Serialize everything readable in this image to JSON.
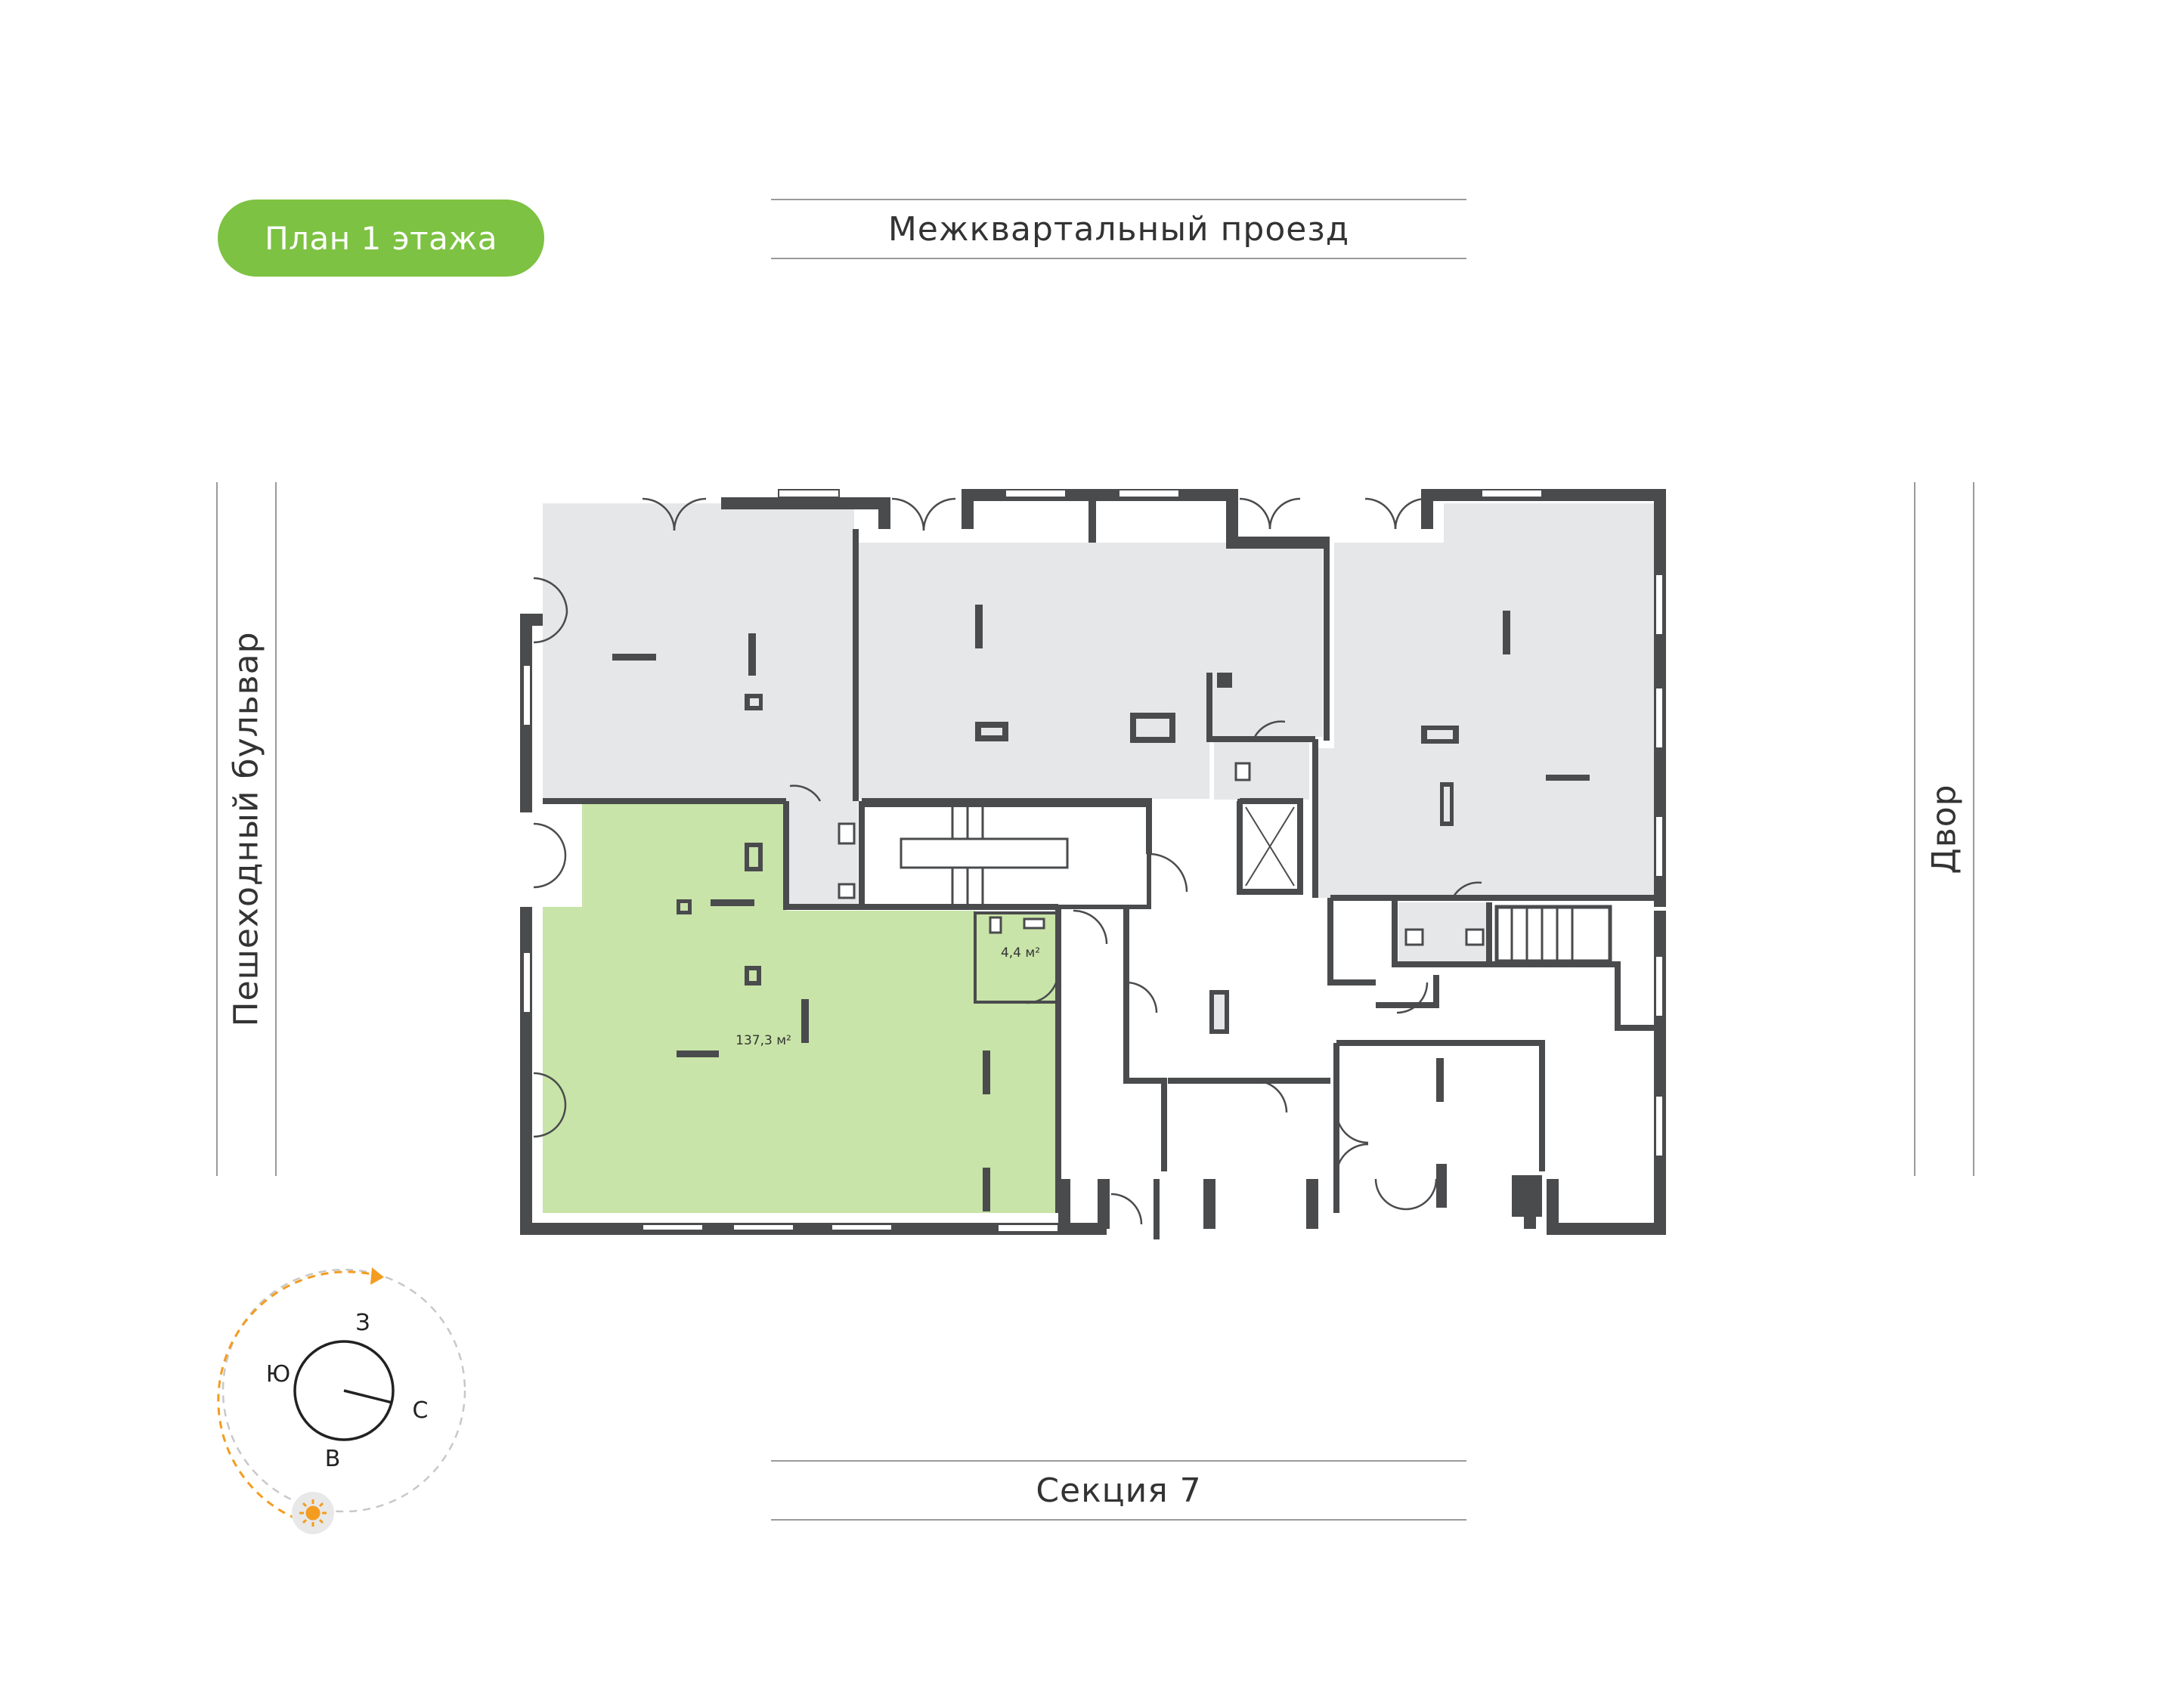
{
  "floor_badge": {
    "label": "План 1 этажа",
    "color": "#7dc242"
  },
  "roads": {
    "top": "Межквартальный проезд",
    "bottom": "Секция 7",
    "left": "Пешеходный бульвар",
    "right": "Двор"
  },
  "units": {
    "selected": {
      "area_label": "137,3 м²",
      "fill": "#c8e4a8",
      "status": "selected"
    },
    "bathroom": {
      "area_label": "4,4 м²",
      "fill": "#c8e4a8"
    },
    "other_commercial": {
      "fill": "#e6e7e9"
    }
  },
  "plan_colors": {
    "wall": "#4a4b4d",
    "background": "#ffffff"
  },
  "compass": {
    "directions": {
      "north": "С",
      "south": "Ю",
      "east": "В",
      "west": "З"
    },
    "icons": {
      "sun": "sun-icon",
      "sun_path": "sun-path-arc"
    },
    "sun_color": "#f39c1f"
  }
}
